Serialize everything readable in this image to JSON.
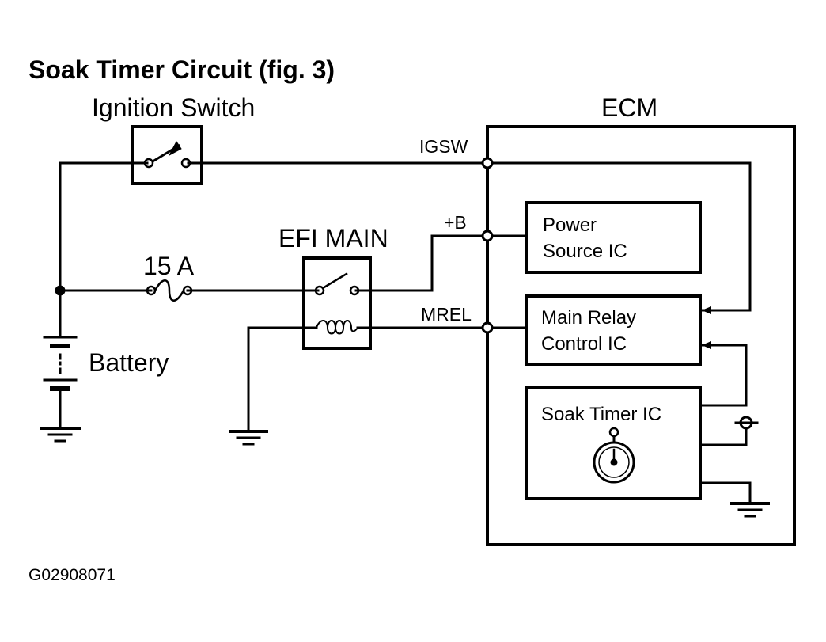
{
  "diagram": {
    "title": "Soak Timer Circuit (fig. 3)",
    "figure_code": "G02908071",
    "labels": {
      "ignition_switch": "Ignition Switch",
      "ecm": "ECM",
      "igsw": "IGSW",
      "plus_b": "+B",
      "efi_main": "EFI MAIN",
      "fuse": "15 A",
      "mrel": "MREL",
      "battery": "Battery"
    },
    "ic_blocks": {
      "power_source_ic": [
        "Power",
        "Source IC"
      ],
      "main_relay_control_ic": [
        "Main Relay",
        "Control IC"
      ],
      "soak_timer_ic": "Soak Timer IC"
    },
    "icons": [
      "switch-icon",
      "fuse-icon",
      "relay-icon",
      "battery-icon",
      "ground-icon",
      "stopwatch-icon"
    ]
  }
}
